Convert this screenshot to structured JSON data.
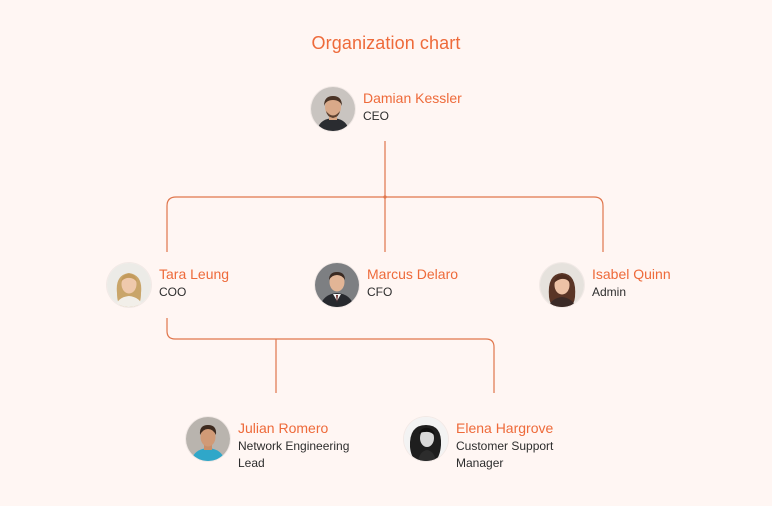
{
  "title": "Organization chart",
  "colors": {
    "accent": "#ee6a3a",
    "background": "#fff6f3",
    "connector": "#e0764c",
    "text": "#2d2d2d"
  },
  "people": {
    "ceo": {
      "name": "Damian Kessler",
      "role": "CEO",
      "reports_to": ""
    },
    "coo": {
      "name": "Tara Leung",
      "role": "COO",
      "reports_to": "Damian Kessler"
    },
    "cfo": {
      "name": "Marcus Delaro",
      "role": "CFO",
      "reports_to": "Damian Kessler"
    },
    "admin": {
      "name": "Isabel Quinn",
      "role": "Admin",
      "reports_to": "Damian Kessler"
    },
    "net": {
      "name": "Julian Romero",
      "role": "Network Engineering Lead",
      "reports_to": "Tara Leung"
    },
    "support": {
      "name": "Elena Hargrove",
      "role": "Customer Support Manager",
      "reports_to": "Tara Leung"
    }
  }
}
